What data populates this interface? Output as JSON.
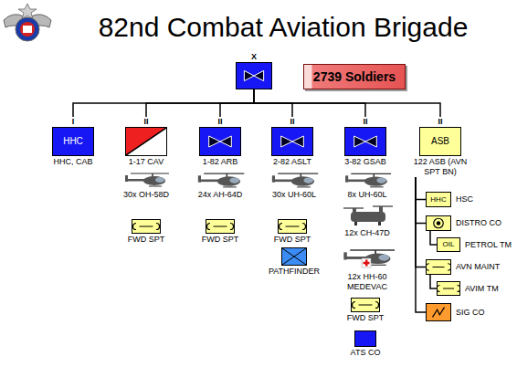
{
  "diagram": {
    "title": "82nd Combat Aviation Brigade",
    "nodes": [
      {
        "text": [
          "X"
        ]
      },
      {
        "text": [
          "2739 Soldiers"
        ]
      },
      {
        "text": [
          "I",
          "HHC",
          "HHC, CAB"
        ]
      },
      {
        "text": [
          "II",
          "1-17 CAV"
        ]
      },
      {
        "text": [
          "II",
          "1-82 ARB"
        ]
      },
      {
        "text": [
          "II",
          "2-82 ASLT"
        ]
      },
      {
        "text": [
          "II",
          "3-82 GSAB"
        ]
      },
      {
        "text": [
          "II",
          "ASB",
          "122 ASB (AVN SPT BN)"
        ]
      },
      {
        "text": [
          "FWD SPT"
        ]
      },
      {
        "text": [
          "FWD SPT"
        ]
      },
      {
        "text": [
          "FWD SPT"
        ]
      },
      {
        "text": [
          "PATHFINDER"
        ]
      },
      {
        "text": [
          "FWD SPT"
        ]
      },
      {
        "text": [
          "ATS CO"
        ]
      },
      {
        "text": [
          "HHC",
          "HSC"
        ]
      },
      {
        "text": [
          "DISTRO CO"
        ]
      },
      {
        "text": [
          "OIL",
          "PETROL TM"
        ]
      },
      {
        "text": [
          "AVN MAINT"
        ]
      },
      {
        "text": [
          "AVIM TM"
        ]
      },
      {
        "text": [
          "SIG CO"
        ]
      }
    ],
    "edges": [
      {
        "from": 0,
        "to": 2,
        "arrow": "none"
      },
      {
        "from": 0,
        "to": 3,
        "arrow": "none"
      },
      {
        "from": 0,
        "to": 4,
        "arrow": "none"
      },
      {
        "from": 0,
        "to": 5,
        "arrow": "none"
      },
      {
        "from": 0,
        "to": 6,
        "arrow": "none"
      },
      {
        "from": 0,
        "to": 7,
        "arrow": "none"
      },
      {
        "from": 7,
        "to": 14,
        "arrow": "none"
      },
      {
        "from": 7,
        "to": 15,
        "arrow": "none"
      },
      {
        "from": 15,
        "to": 16,
        "arrow": "none"
      },
      {
        "from": 7,
        "to": 17,
        "arrow": "none"
      },
      {
        "from": 17,
        "to": 18,
        "arrow": "none"
      },
      {
        "from": 7,
        "to": 19,
        "arrow": "none"
      }
    ],
    "labels": [
      "30x OH-58D",
      "24x AH-64D",
      "30x UH-60L",
      "8x UH-60L",
      "12x CH-47D",
      "12x HH-60 MEDEVAC"
    ]
  }
}
